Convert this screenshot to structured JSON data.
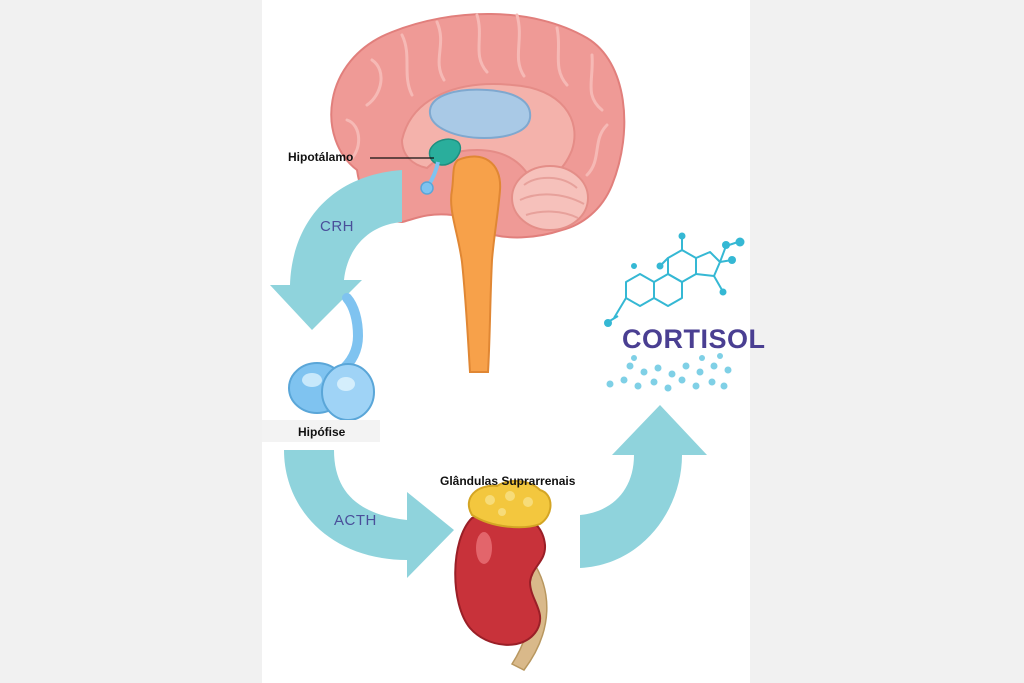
{
  "labels": {
    "hypothalamus": "Hipotálamo",
    "pituitary": "Hipófise",
    "adrenal": "Glândulas Suprarrenais",
    "cortisol": "CORTISOL"
  },
  "hormones": {
    "crh": "CRH",
    "acth": "ACTH"
  },
  "colors": {
    "arrow": "#8fd3dc",
    "brain": "#ef9a96",
    "brainstem": "#f7a14a",
    "hypothalamus": "#2aae9c",
    "pituitary": "#7fc3f0",
    "kidney": "#c8323a",
    "adrenal": "#f3c73e",
    "molecule": "#35b8d4",
    "cortisol_text": "#4a3f92"
  }
}
